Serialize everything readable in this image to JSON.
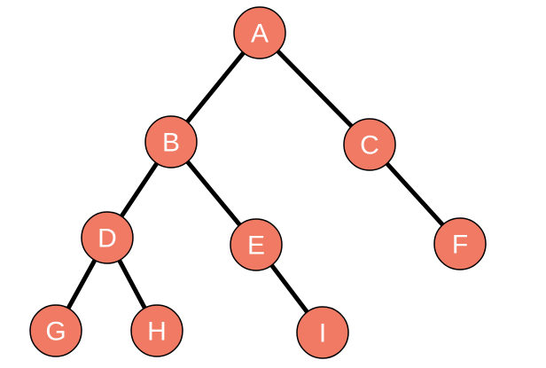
{
  "diagram": {
    "type": "binary-tree",
    "node_fill": "#f07a63",
    "node_stroke": "#000000",
    "label_color": "#ffffff",
    "edge_color": "#000000",
    "nodes": [
      {
        "id": "A",
        "label": "A"
      },
      {
        "id": "B",
        "label": "B"
      },
      {
        "id": "C",
        "label": "C"
      },
      {
        "id": "D",
        "label": "D"
      },
      {
        "id": "E",
        "label": "E"
      },
      {
        "id": "F",
        "label": "F"
      },
      {
        "id": "G",
        "label": "G"
      },
      {
        "id": "H",
        "label": "H"
      },
      {
        "id": "I",
        "label": "I"
      }
    ],
    "edges": [
      {
        "from": "A",
        "to": "B"
      },
      {
        "from": "A",
        "to": "C"
      },
      {
        "from": "B",
        "to": "D"
      },
      {
        "from": "B",
        "to": "E"
      },
      {
        "from": "C",
        "to": "F"
      },
      {
        "from": "D",
        "to": "G"
      },
      {
        "from": "D",
        "to": "H"
      },
      {
        "from": "E",
        "to": "I"
      }
    ]
  }
}
